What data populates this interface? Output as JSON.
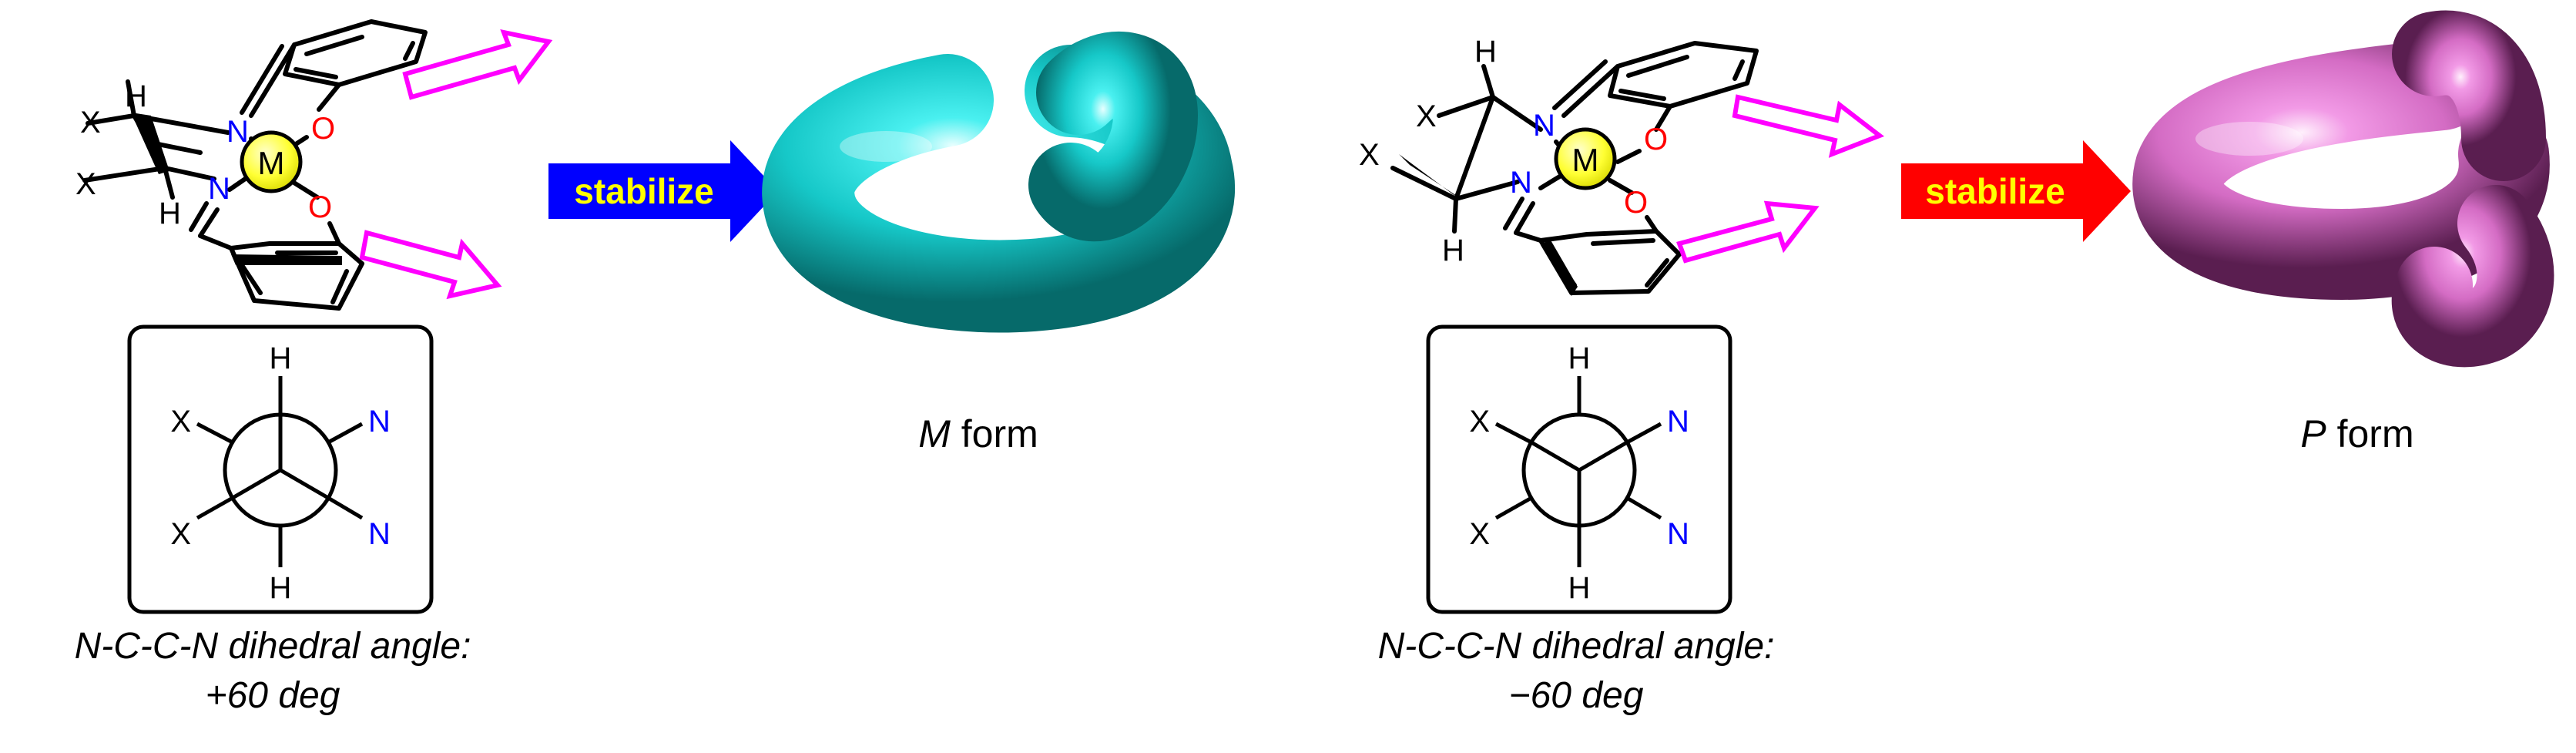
{
  "atoms": {
    "x": "X",
    "h": "H",
    "n": "N",
    "o": "O",
    "m": "M"
  },
  "arrows": {
    "left": "stabilize",
    "right": "stabilize"
  },
  "labels": {
    "m_form_italic": "M",
    "p_form_italic": "P",
    "form_word": " form"
  },
  "dihedral": {
    "left_line1": "N-C-C-N dihedral angle:",
    "left_line2": "+60 deg",
    "right_line1": "N-C-C-N dihedral angle:",
    "right_line2": "−60 deg"
  },
  "colors": {
    "nitrogen": "#0000ff",
    "oxygen": "#ff0000",
    "metal_fill": "#ffff33",
    "hollow_arrow": "#ff00ff",
    "m_arrow": "#0000ff",
    "p_arrow": "#ff0000",
    "arrow_text": "#ffff00",
    "m_torus": "#19dcdc",
    "p_torus": "#e07ad0"
  },
  "icons": {
    "hollow_arrow": "double-line-arrow-icon",
    "block_arrow": "block-arrow-icon",
    "m_helix": "left-handed-helix-icon",
    "p_helix": "right-handed-helix-icon"
  }
}
